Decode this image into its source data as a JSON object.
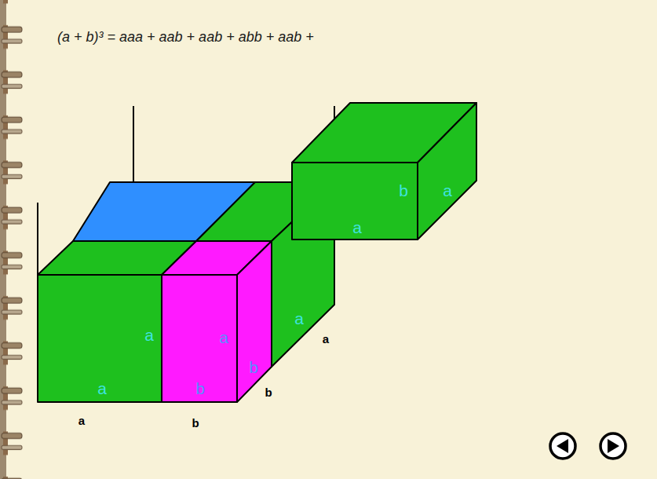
{
  "diagram": {
    "title": "(a + b)³ = aaa + aab + aab + abb + aab +",
    "labels": [
      "a",
      "a",
      "a",
      "b",
      "b",
      "a",
      "a",
      "b",
      "a",
      "b",
      "b",
      "a",
      "a"
    ]
  }
}
